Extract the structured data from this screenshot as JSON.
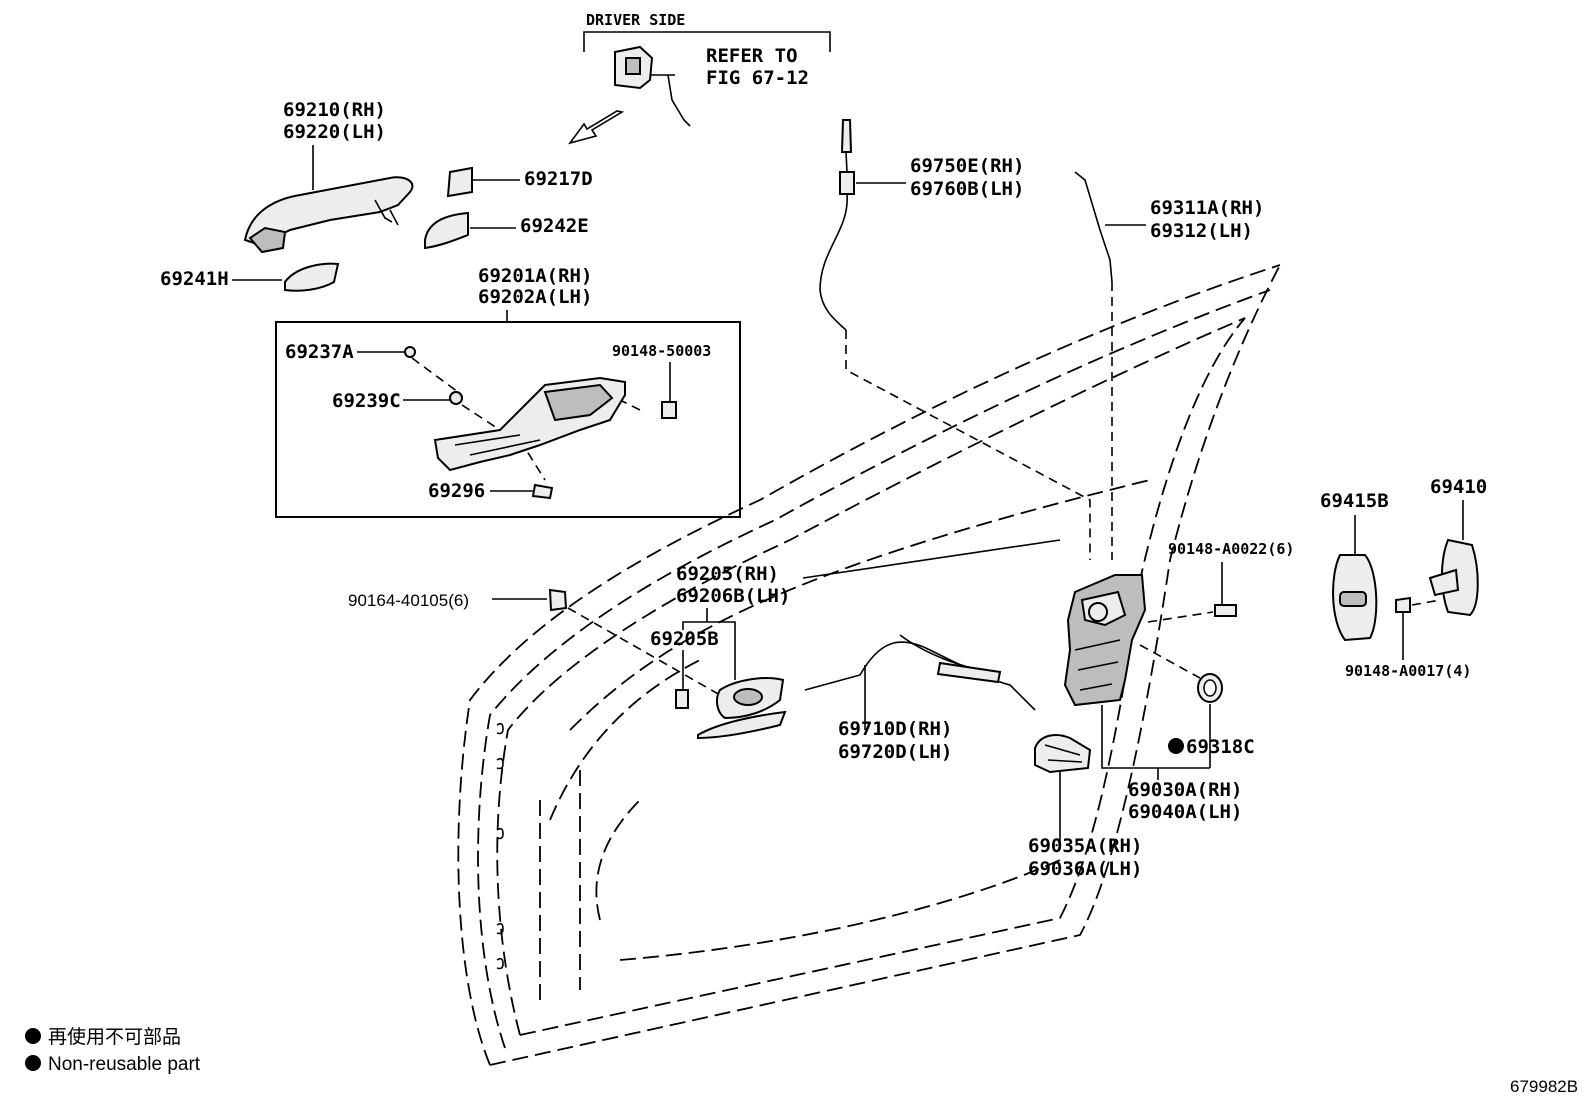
{
  "labels": {
    "driver_side": "DRIVER SIDE",
    "refer_line1": "REFER TO",
    "refer_line2": "FIG 67-12",
    "p69210_rh": "69210(RH)",
    "p69220_lh": "69220(LH)",
    "p69217d": "69217D",
    "p69242e": "69242E",
    "p69241h": "69241H",
    "p69201a_rh": "69201A(RH)",
    "p69202a_lh": "69202A(LH)",
    "p69237a": "69237A",
    "p90148_50003": "90148-50003",
    "p69239c": "69239C",
    "p69296": "69296",
    "p69750e_rh": "69750E(RH)",
    "p69760b_lh": "69760B(LH)",
    "p69311a_rh": "69311A(RH)",
    "p69312_lh": "69312(LH)",
    "p69205_rh": "69205(RH)",
    "p69206b_lh": "69206B(LH)",
    "p69205b": "69205B",
    "p90164_40105": "90164-40105(6)",
    "p69710d_rh": "69710D(RH)",
    "p69720d_lh": "69720D(LH)",
    "p90148_a0022": "90148-A0022(6)",
    "p69318c": "69318C",
    "p69030a_rh": "69030A(RH)",
    "p69040a_lh": "69040A(LH)",
    "p69035a_rh": "69035A(RH)",
    "p69036a_lh": "69036A(LH)",
    "p69415b": "69415B",
    "p69410": "69410",
    "p90148_a0017": "90148-A0017(4)"
  },
  "legend": {
    "jp": "再使用不可部品",
    "en": "Non-reusable part"
  },
  "figure_code": "679982B"
}
